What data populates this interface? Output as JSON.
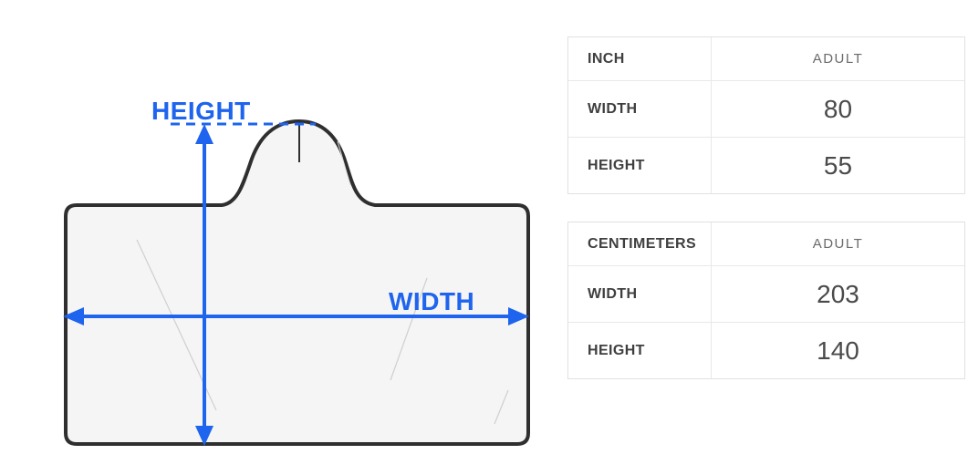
{
  "diagram": {
    "height_label": "HEIGHT",
    "width_label": "WIDTH",
    "accent_blue": "#1e64ee",
    "outline_color": "#2f2f2f",
    "blanket_fill": "#f5f5f5"
  },
  "tables": [
    {
      "unit_header": "INCH",
      "size_header": "ADULT",
      "rows": [
        {
          "label": "WIDTH",
          "value": "80"
        },
        {
          "label": "HEIGHT",
          "value": "55"
        }
      ]
    },
    {
      "unit_header": "CENTIMETERS",
      "size_header": "ADULT",
      "rows": [
        {
          "label": "WIDTH",
          "value": "203"
        },
        {
          "label": "HEIGHT",
          "value": "140"
        }
      ]
    }
  ]
}
